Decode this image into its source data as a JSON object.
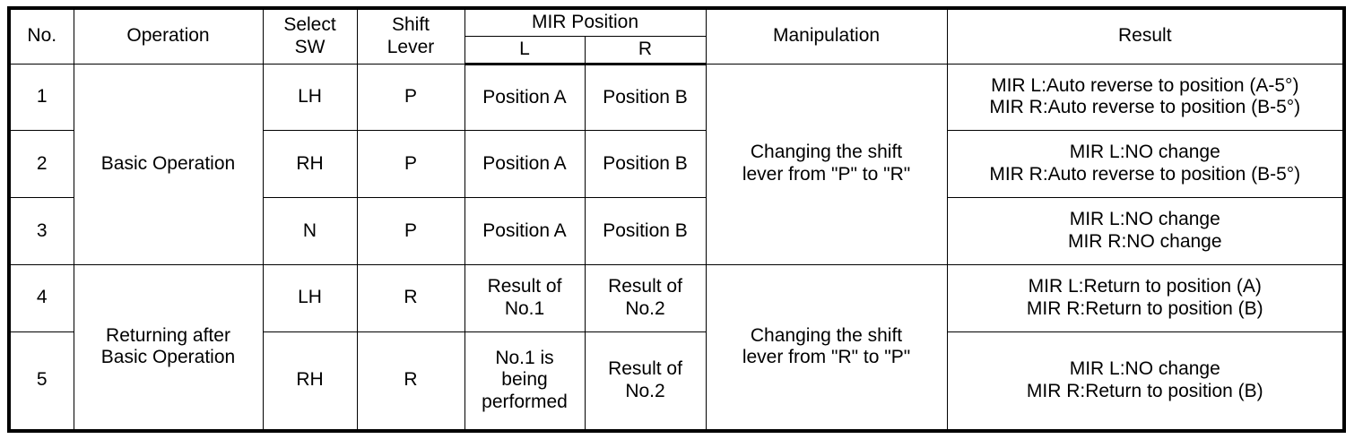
{
  "table": {
    "headers": {
      "no": "No.",
      "operation": "Operation",
      "select_sw": "Select\nSW",
      "shift_lever": "Shift\nLever",
      "mir_position": "MIR Position",
      "mir_l": "L",
      "mir_r": "R",
      "manipulation": "Manipulation",
      "result": "Result"
    },
    "groups": [
      {
        "operation": "Basic Operation",
        "manipulation": "Changing the shift\nlever from \"P\" to \"R\"",
        "rows": [
          {
            "no": "1",
            "select_sw": "LH",
            "shift_lever": "P",
            "mir_l": "Position A",
            "mir_r": "Position B",
            "result": "MIR L:Auto reverse to position (A-5°)\nMIR R:Auto reverse to position (B-5°)"
          },
          {
            "no": "2",
            "select_sw": "RH",
            "shift_lever": "P",
            "mir_l": "Position A",
            "mir_r": "Position B",
            "result": "MIR L:NO change\nMIR R:Auto reverse to position (B-5°)"
          },
          {
            "no": "3",
            "select_sw": "N",
            "shift_lever": "P",
            "mir_l": "Position A",
            "mir_r": "Position B",
            "result": "MIR L:NO change\nMIR R:NO change"
          }
        ]
      },
      {
        "operation": "Returning after\nBasic Operation",
        "manipulation": "Changing the shift\nlever from \"R\" to \"P\"",
        "rows": [
          {
            "no": "4",
            "select_sw": "LH",
            "shift_lever": "R",
            "mir_l": "Result of\nNo.1",
            "mir_r": "Result of\nNo.2",
            "result": "MIR L:Return to position (A)\nMIR R:Return to position (B)"
          },
          {
            "no": "5",
            "select_sw": "RH",
            "shift_lever": "R",
            "mir_l": "No.1 is\nbeing\nperformed",
            "mir_r": "Result of\nNo.2",
            "result": "MIR L:NO change\nMIR R:Return to position (B)"
          }
        ]
      }
    ]
  }
}
